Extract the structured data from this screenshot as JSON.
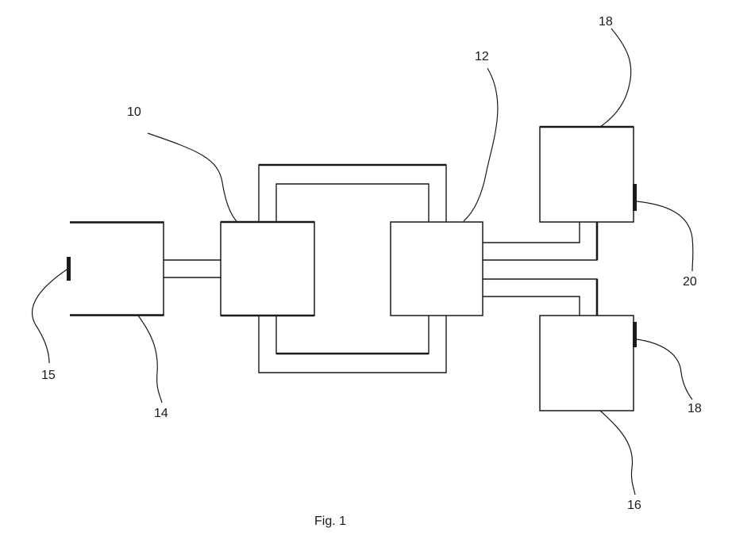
{
  "figure": {
    "caption": "Fig. 1",
    "labels": {
      "l10": "10",
      "l12": "12",
      "l14": "14",
      "l15": "15",
      "l16": "16",
      "l18_top": "18",
      "l18_right": "18",
      "l20": "20"
    }
  }
}
